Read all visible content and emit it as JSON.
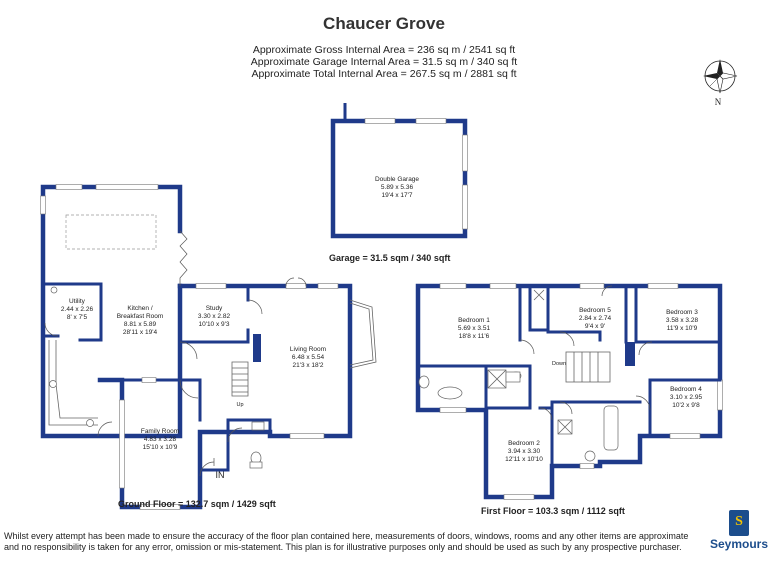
{
  "title": "Chaucer Grove",
  "areas": [
    "Approximate Gross Internal Area = 236 sq m / 2541 sq ft",
    "Approximate Garage Internal Area = 31.5 sq m / 340 sq ft",
    "Approximate Total Internal Area = 267.5 sq m / 2881 sq ft"
  ],
  "compass_label": "N",
  "garage": {
    "room": {
      "name": "Double Garage",
      "metric": "5.89 x 5.36",
      "imperial": "19'4 x 17'7"
    },
    "caption": "Garage = 31.5 sqm / 340 sqft"
  },
  "ground_floor": {
    "caption": "Ground Floor = 132.7 sqm / 1429 sqft",
    "rooms": {
      "kitchen": {
        "name_line1": "Kitchen /",
        "name_line2": "Breakfast Room",
        "metric": "8.81 x 5.89",
        "imperial": "28'11 x 19'4"
      },
      "utility": {
        "name": "Utility",
        "metric": "2.44 x 2.26",
        "imperial": "8' x 7'5"
      },
      "study": {
        "name": "Study",
        "metric": "3.30 x 2.82",
        "imperial": "10'10 x 9'3"
      },
      "living": {
        "name": "Living Room",
        "metric": "6.48 x 5.54",
        "imperial": "21'3 x 18'2"
      },
      "family": {
        "name": "Family Room",
        "metric": "4.83 x 3.28",
        "imperial": "15'10 x 10'9"
      }
    },
    "stair_label": "Up",
    "entrance_label": "IN"
  },
  "first_floor": {
    "caption": "First Floor = 103.3 sqm / 1112 sqft",
    "rooms": {
      "bed1": {
        "name": "Bedroom 1",
        "metric": "5.69 x 3.51",
        "imperial": "18'8 x 11'6"
      },
      "bed2": {
        "name": "Bedroom 2",
        "metric": "3.94 x 3.30",
        "imperial": "12'11 x 10'10"
      },
      "bed3": {
        "name": "Bedroom 3",
        "metric": "3.58 x 3.28",
        "imperial": "11'9 x 10'9"
      },
      "bed4": {
        "name": "Bedroom 4",
        "metric": "3.10 x 2.95",
        "imperial": "10'2 x 9'8"
      },
      "bed5": {
        "name": "Bedroom 5",
        "metric": "2.84 x 2.74",
        "imperial": "9'4 x 9'"
      }
    },
    "stair_label": "Down"
  },
  "disclaimer": "Whilst every attempt has been made to ensure the accuracy of the floor plan contained here, measurements of doors, windows, rooms and any other items are approximate and no responsibility is taken for any error, omission or mis-statement. This plan is for illustrative purposes only and should be used as such by any prospective purchaser.",
  "logo": {
    "mark": "S",
    "name": "Seymours"
  },
  "colors": {
    "walls": "#1f3a8a",
    "logo": "#1c4d8c",
    "logo_accent": "#f2c200"
  }
}
